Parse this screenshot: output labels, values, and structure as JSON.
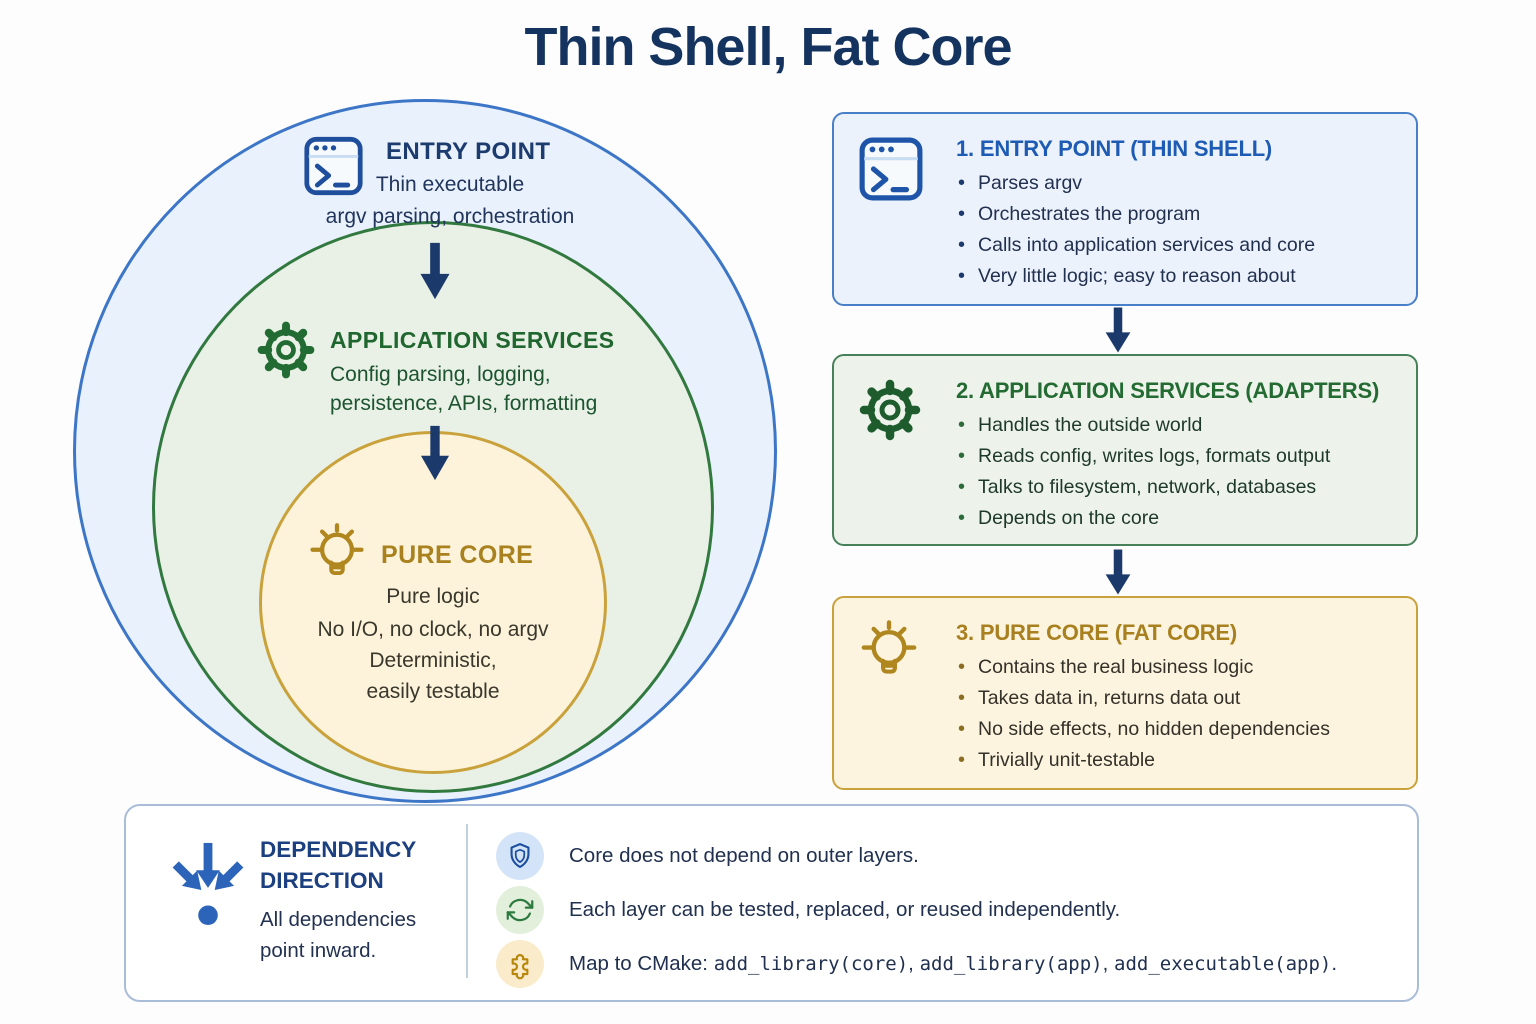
{
  "title": "Thin Shell, Fat Core",
  "diagram": {
    "entry": {
      "title": "ENTRY POINT",
      "line1": "Thin executable",
      "line2": "argv parsing, orchestration"
    },
    "services": {
      "title": "APPLICATION SERVICES",
      "line1": "Config parsing, logging,",
      "line2": "persistence, APIs, formatting"
    },
    "core": {
      "title": "PURE CORE",
      "line1": "Pure logic",
      "line2": "No I/O, no clock, no argv",
      "line3": "Deterministic,",
      "line4": "easily testable"
    }
  },
  "cards": [
    {
      "icon": "terminal-icon",
      "title": "1. ENTRY POINT (THIN SHELL)",
      "bullets": [
        "Parses argv",
        "Orchestrates the program",
        "Calls into application services and core",
        "Very little logic; easy to reason about"
      ]
    },
    {
      "icon": "gear-icon",
      "title": "2. APPLICATION SERVICES (ADAPTERS)",
      "bullets": [
        "Handles the outside world",
        "Reads config, writes logs, formats output",
        "Talks to filesystem, network, databases",
        "Depends on the core"
      ]
    },
    {
      "icon": "lightbulb-icon",
      "title": "3. PURE CORE (FAT CORE)",
      "bullets": [
        "Contains the real business logic",
        "Takes data in, returns data out",
        "No side effects, no hidden dependencies",
        "Trivially unit-testable"
      ]
    }
  ],
  "footer": {
    "heading": "DEPENDENCY DIRECTION",
    "subtext": "All dependencies point inward.",
    "notes": [
      {
        "icon": "shield-icon",
        "text": "Core does not depend on outer layers."
      },
      {
        "icon": "recycle-icon",
        "text": "Each layer can be tested, replaced, or reused independently."
      },
      {
        "icon": "puzzle-icon",
        "prefix": "Map to CMake: ",
        "code1": "add_library(core)",
        "sep1": ", ",
        "code2": "add_library(app)",
        "sep2": ", ",
        "code3": "add_executable(app)",
        "suffix": "."
      }
    ]
  },
  "colors": {
    "navy": "#16335e",
    "blue": "#2c64b6",
    "green": "#2e7d3e",
    "gold": "#b8860b",
    "light_blue_bg": "#e9f1fc",
    "light_green_bg": "#e9f0e6",
    "cream_bg": "#fcf3da"
  }
}
